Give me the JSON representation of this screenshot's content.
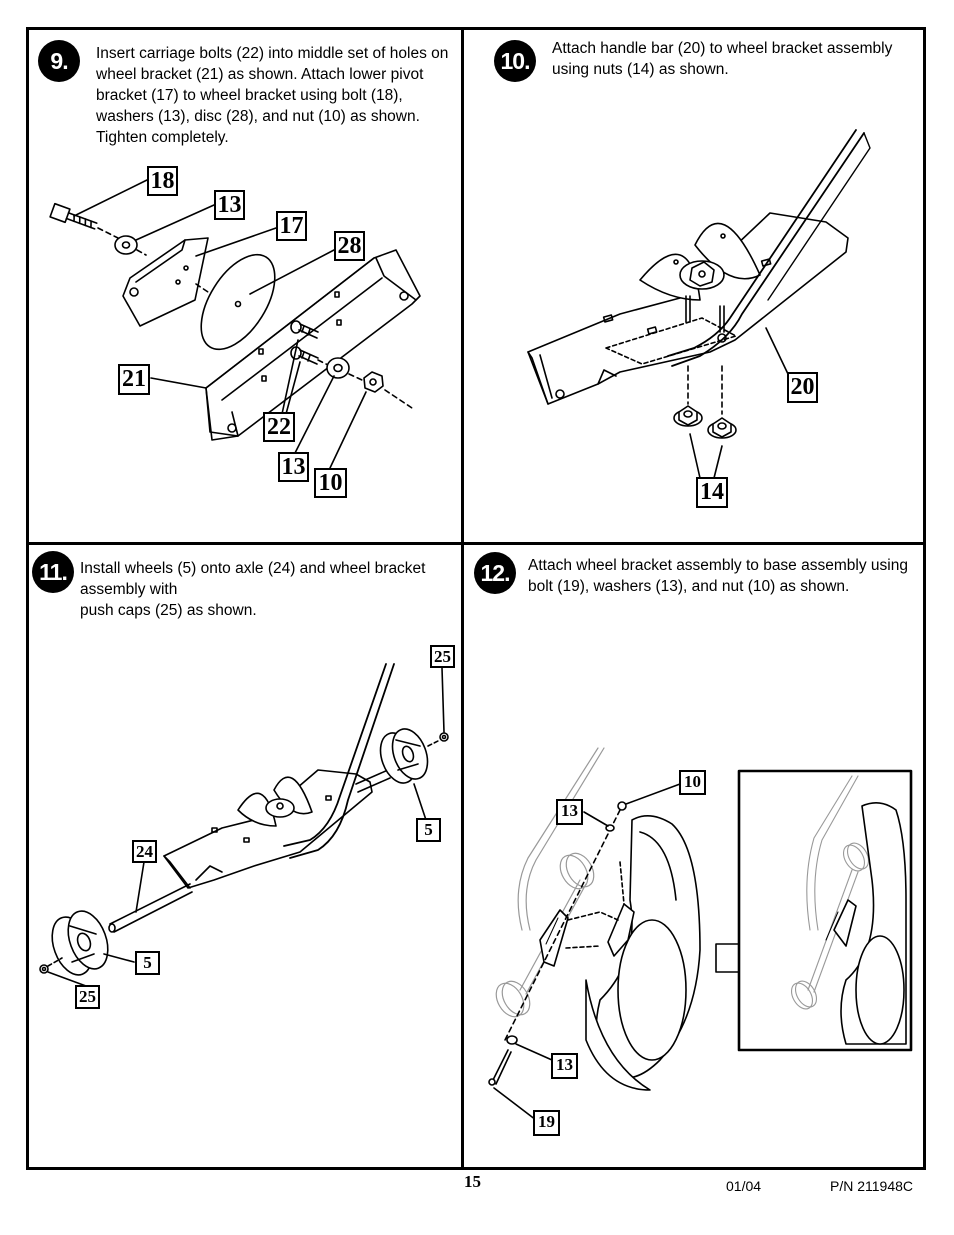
{
  "steps": [
    {
      "number": "9.",
      "text": "Insert carriage bolts (22) into middle set of holes on wheel bracket (21) as shown. Attach lower pivot bracket (17) to wheel bracket using bolt (18), washers (13), disc (28), and nut (10) as shown. Tighten completely.",
      "callouts": [
        "18",
        "13",
        "17",
        "28",
        "21",
        "22",
        "13",
        "10"
      ]
    },
    {
      "number": "10.",
      "text": "Attach handle bar (20) to wheel bracket assembly using nuts (14) as shown.",
      "callouts": [
        "20",
        "14"
      ]
    },
    {
      "number": "11.",
      "text_lines": [
        "Install wheels (5) onto axle (24) and wheel bracket assembly with",
        "push caps (25) as shown."
      ],
      "callouts": [
        "25",
        "5",
        "24",
        "5",
        "25"
      ]
    },
    {
      "number": "12.",
      "text": "Attach wheel bracket assembly to base assembly using bolt (19), washers (13), and nut (10) as shown.",
      "callouts": [
        "10",
        "13",
        "13",
        "19"
      ]
    }
  ],
  "footer": {
    "page": "15",
    "date": "01/04",
    "part_number": "P/N 211948C"
  }
}
